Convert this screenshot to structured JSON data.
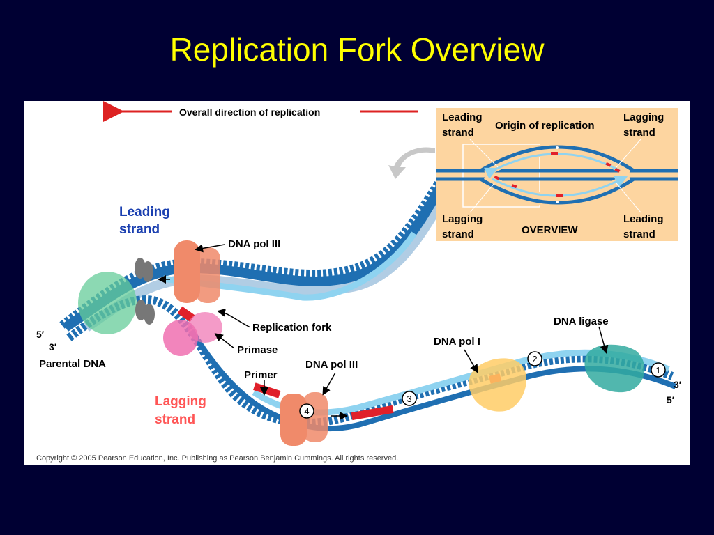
{
  "slide": {
    "title": "Replication Fork Overview",
    "background": "#000033",
    "title_color": "#ffff00"
  },
  "figure": {
    "direction_label": "Overall direction of replication",
    "leading_strand_label": [
      "Leading",
      "strand"
    ],
    "lagging_strand_label": [
      "Lagging",
      "strand"
    ],
    "labels": {
      "dna_pol_iii_top": "DNA pol III",
      "replication_fork": "Replication fork",
      "primase": "Primase",
      "primer": "Primer",
      "dna_pol_iii_bottom": "DNA pol III",
      "dna_pol_i": "DNA pol I",
      "dna_ligase": "DNA ligase",
      "parental_dna": "Parental DNA",
      "end_5_left": "5′",
      "end_3_left": "3′",
      "end_3_right": "3′",
      "end_5_right": "5′"
    },
    "step_markers": [
      "1",
      "2",
      "3",
      "4"
    ],
    "overview_inset": {
      "leading_strand_top_left": [
        "Leading",
        "strand"
      ],
      "origin_label": "Origin of replication",
      "lagging_strand_top_right": [
        "Lagging",
        "strand"
      ],
      "lagging_strand_bottom_left": [
        "Lagging",
        "strand"
      ],
      "caption": "OVERVIEW",
      "leading_strand_bottom_right": [
        "Leading",
        "strand"
      ]
    },
    "copyright": "Copyright © 2005 Pearson Education, Inc. Publishing as Pearson Benjamin Cummings. All rights reserved.",
    "colors": {
      "parental_strand": "#1f6fb2",
      "new_strand": "#8fd3f0",
      "primer": "#e0202a",
      "dna_pol_iii": "#f08a6a",
      "primase": "#f070b0",
      "helicase": "#66cc99",
      "ligase": "#33aaa0",
      "dna_pol_i": "#ffcc66",
      "inset_background": "#fdd5a0",
      "direction_arrow": "#dd2222",
      "lagging_label": "#ff5555",
      "leading_label": "#1a3fb0"
    }
  }
}
